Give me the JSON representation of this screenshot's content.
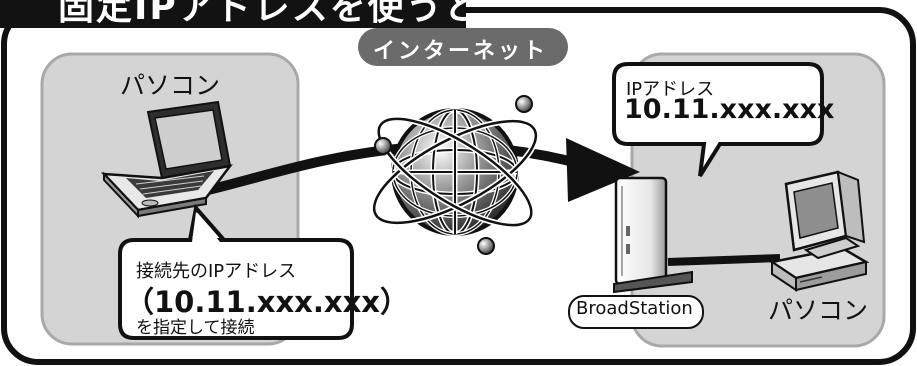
{
  "header": {
    "title": "固定IPアドレスを使うと"
  },
  "internet": {
    "label": "インターネット"
  },
  "left_panel": {
    "label": "パソコン"
  },
  "right_panel": {
    "label": "パソコン"
  },
  "callout_top": {
    "label": "IPアドレス",
    "value": "10.11.xxx.xxx"
  },
  "callout_bottom": {
    "line1": "接続先のIPアドレス",
    "line2": "（10.11.xxx.xxx）",
    "line3": "を指定して接続"
  },
  "router": {
    "label": "BroadStation"
  },
  "colors": {
    "panel": "#d4d4d4",
    "panel_border": "#a8a8a8",
    "frame": "#111111",
    "pill": "#6b6b6b"
  }
}
